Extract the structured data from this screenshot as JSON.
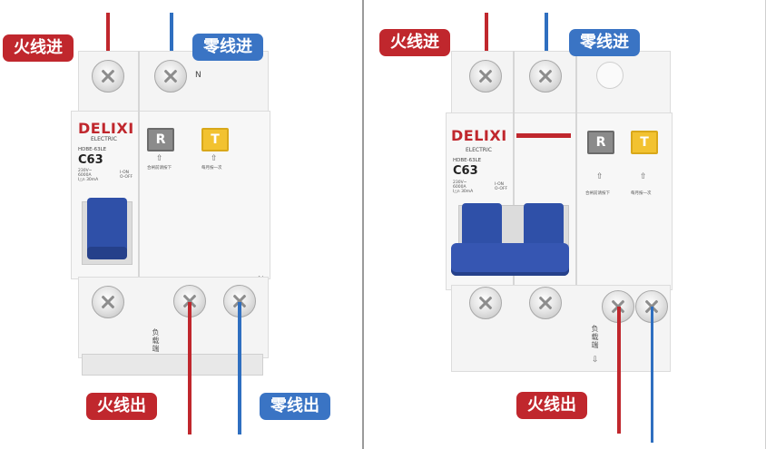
{
  "left": {
    "labels": {
      "live_in": "火线进",
      "neutral_in": "零线进",
      "live_out": "火线出",
      "neutral_out": "零线出"
    },
    "breaker": {
      "brand": "DELIXI",
      "brand_sub": "ELECTRIC",
      "model": "HDBE-63LE",
      "rating": "C63",
      "specs": "230V~\n6000A\nI△n 30mA",
      "on_off": "I-ON\nO-OFF",
      "reset_button": "R",
      "test_button": "T",
      "reset_caption": "合闸前请按下",
      "test_caption": "每月按一次",
      "terminal_n_top": "N",
      "terminal_n_bottom": "N",
      "load_side": "负载端"
    }
  },
  "right": {
    "labels": {
      "live_in": "火线进",
      "neutral_in": "零线进",
      "live_out": "火线出"
    },
    "breaker": {
      "brand": "DELIXI",
      "brand_sub": "ELECTRIC",
      "model": "HDBE-63LE",
      "rating": "C63",
      "specs": "230V~\n6000A\nI△n 30mA",
      "on_off": "I-ON\nO-OFF",
      "reset_button": "R",
      "test_button": "T",
      "reset_caption": "合闸前请按下",
      "test_caption": "每月按一次",
      "load_side": "负载端"
    }
  },
  "colors": {
    "live_wire": "#c0272d",
    "neutral_wire": "#2f6fc0",
    "handle": "#2f50a8",
    "test_button": "#f2c230",
    "reset_button": "#8b8b8b"
  }
}
